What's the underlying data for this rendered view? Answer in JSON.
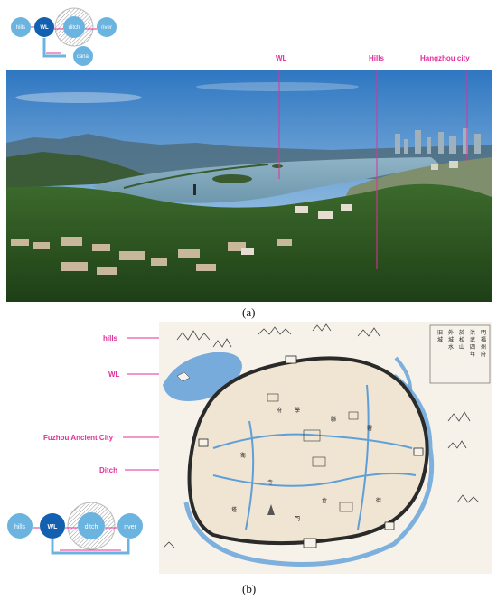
{
  "diagram_a": {
    "nodes": [
      "hills",
      "WL",
      "ditch",
      "river"
    ],
    "canal": "canal"
  },
  "photo_labels": {
    "wl": "WL",
    "hills": "Hills",
    "hangzhou": "Hangzhou city"
  },
  "caption_a": "(a)",
  "map_labels": {
    "hills": "hills",
    "wl": "WL",
    "fuzhou": "Fuzhou Ancient City",
    "ditch": "Ditch"
  },
  "diagram_b": {
    "nodes": [
      "hills",
      "WL",
      "ditch",
      "river"
    ]
  },
  "caption_b": "(b)",
  "colors": {
    "label_pink": "#e0309a",
    "node_light": "#6cb4e0",
    "node_dark": "#1460b0",
    "arrow": "#e0309a"
  }
}
